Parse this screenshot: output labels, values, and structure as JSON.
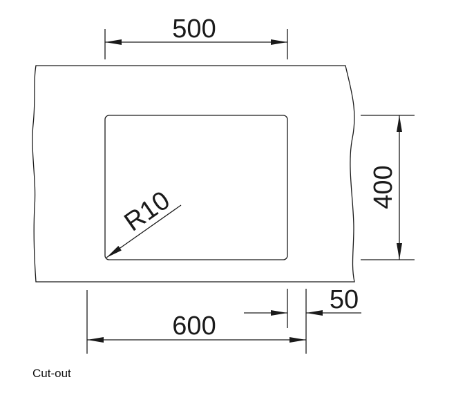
{
  "diagram": {
    "width_label": "500",
    "height_label": "400",
    "radius_label": "R10",
    "overall_label": "600",
    "offset_label": "50",
    "caption": "Cut-out",
    "line_color": "#1a1a1a"
  }
}
